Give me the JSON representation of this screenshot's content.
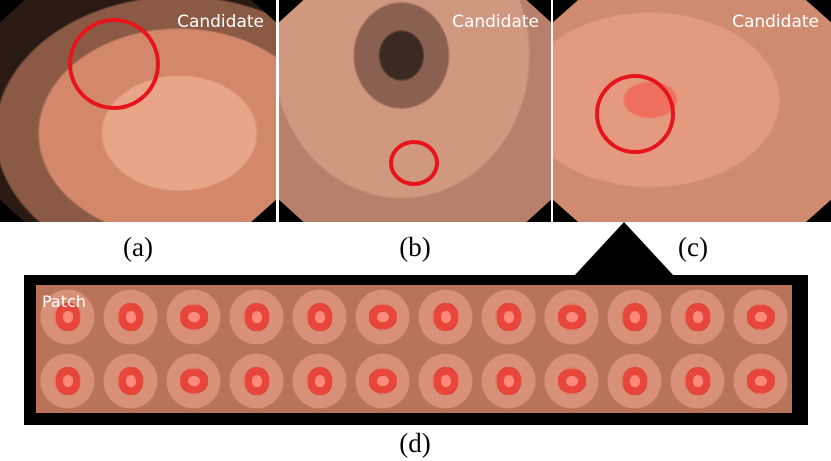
{
  "panels": [
    {
      "label": "Candidate",
      "caption": "(a)"
    },
    {
      "label": "Candidate",
      "caption": "(b)"
    },
    {
      "label": "Candidate",
      "caption": "(c)"
    }
  ],
  "strip": {
    "label": "Patch",
    "caption": "(d)",
    "rows": 2,
    "columns": 12
  },
  "colors": {
    "ring": "#e8141c",
    "tissue": "#d99078",
    "lesion": "#e8453b",
    "frame": "#000000"
  }
}
